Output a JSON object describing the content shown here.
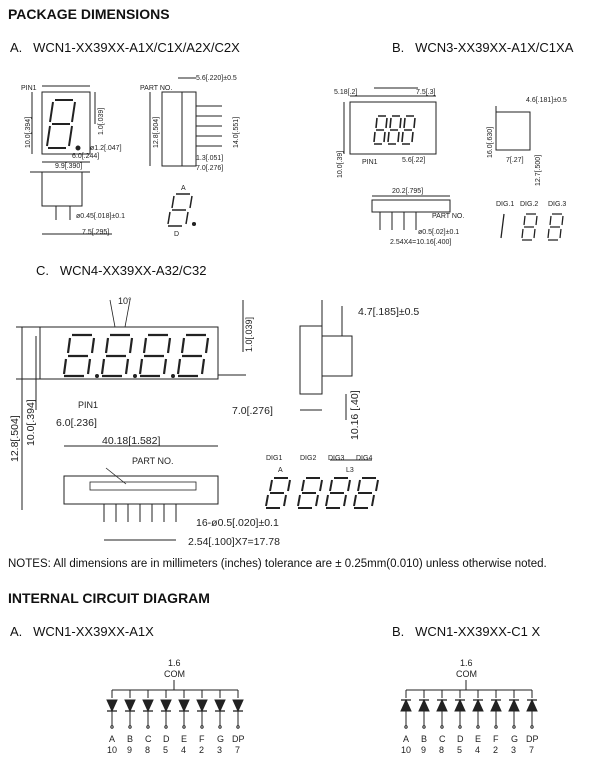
{
  "headings": {
    "package": "PACKAGE DIMENSIONS",
    "circuit": "INTERNAL CIRCUIT DIAGRAM"
  },
  "sections": {
    "a": {
      "letter": "A.",
      "model": "WCN1-XX39XX-A1X/C1X/A2X/C2X"
    },
    "b": {
      "letter": "B.",
      "model": "WCN3-XX39XX-A1X/C1XA"
    },
    "c": {
      "letter": "C.",
      "model": "WCN4-XX39XX-A32/C32"
    }
  },
  "circuits": {
    "a": {
      "letter": "A.",
      "model": "WCN1-XX39XX-A1X"
    },
    "b": {
      "letter": "B.",
      "model": "WCN1-XX39XX-C1 X"
    }
  },
  "note": "NOTES: All dimensions are in millimeters (inches) tolerance are ± 0.25mm(0.010) unless otherwise noted.",
  "drawing_a": {
    "pin1": "PIN1",
    "part_no": "PART NO.",
    "dim_6_0": "6.0[.244]",
    "dim_9_9": "9.9[.390]",
    "dim_diam12": "ø1.2[.047]",
    "dim_10": "10.0[.394]",
    "dim_1_0": "1.0[.039]",
    "dim_pin": "ø0.45[.018]±0.1",
    "dim_7_5": "7.5[.295]",
    "dim_5_6": "5.6[.220]±0.5",
    "dim_12_8": "12.8[.504]",
    "dim_14": "14.0[.551]",
    "dim_1_3": "1.3[.051]",
    "dim_7": "7.0[.276]"
  },
  "drawing_b": {
    "dim_5_18": "5.18[.2]",
    "dim_7_5": "7.5[.3]",
    "dim_10": "10.0[.39]",
    "pin1": "PIN1",
    "dim_5_6": "5.6[.22]",
    "dim_4_6": "4.6[.181]±0.5",
    "dim_16": "16.0[.630]",
    "dim_7": "7[.27]",
    "dim_12_7": "12.7[.500]",
    "dim_20_2": "20.2[.795]",
    "part_no": "PART NO.",
    "dim_pin": "ø0.5[.02]±0.1",
    "dim_pitch": "2.54X4=10.16[.400]",
    "digits": [
      "DIG.1",
      "DIG.2",
      "DIG.3"
    ]
  },
  "drawing_c": {
    "angle": "10°",
    "dim_1_0": "1.0[.039]",
    "pin1": "PIN1",
    "dim_6_0": "6.0[.236]",
    "dim_12_8": "12.8[.504]",
    "dim_10": "10.0[.394]",
    "dim_4_7": "4.7[.185]±0.5",
    "dim_7": "7.0[.276]",
    "dim_10_16": "10.16 [.40]",
    "dim_40": "40.18[1.582]",
    "part_no": "PART NO.",
    "dim_pins": "16-ø0.5[.020]±0.1",
    "dim_pitch": "2.54[.100]X7=17.78",
    "digits": [
      "DIG1",
      "DIG2",
      "DIG3",
      "DIG4"
    ],
    "l3": "L3"
  },
  "schematic": {
    "com_value": "1.6",
    "com_label": "COM",
    "segments": [
      "A",
      "B",
      "C",
      "D",
      "E",
      "F",
      "G",
      "DP"
    ],
    "pins": [
      "10",
      "9",
      "8",
      "5",
      "4",
      "2",
      "3",
      "7"
    ]
  }
}
